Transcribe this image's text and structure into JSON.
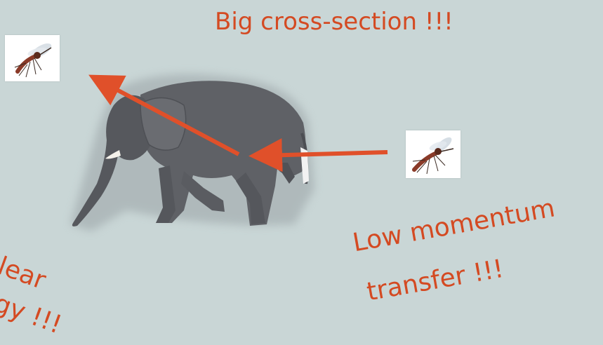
{
  "title": "Big cross-section !!!",
  "momentum": {
    "line1": "Low momentum",
    "line2": "transfer !!!"
  },
  "energy": {
    "line1": "clear",
    "line2": "rgy !!!"
  },
  "colors": {
    "text": "#d44a22",
    "arrow": "#e0502a",
    "elephant": "#5f6166",
    "background": "#c9d6d6"
  },
  "icons": [
    "mosquito-icon",
    "elephant-figure"
  ]
}
